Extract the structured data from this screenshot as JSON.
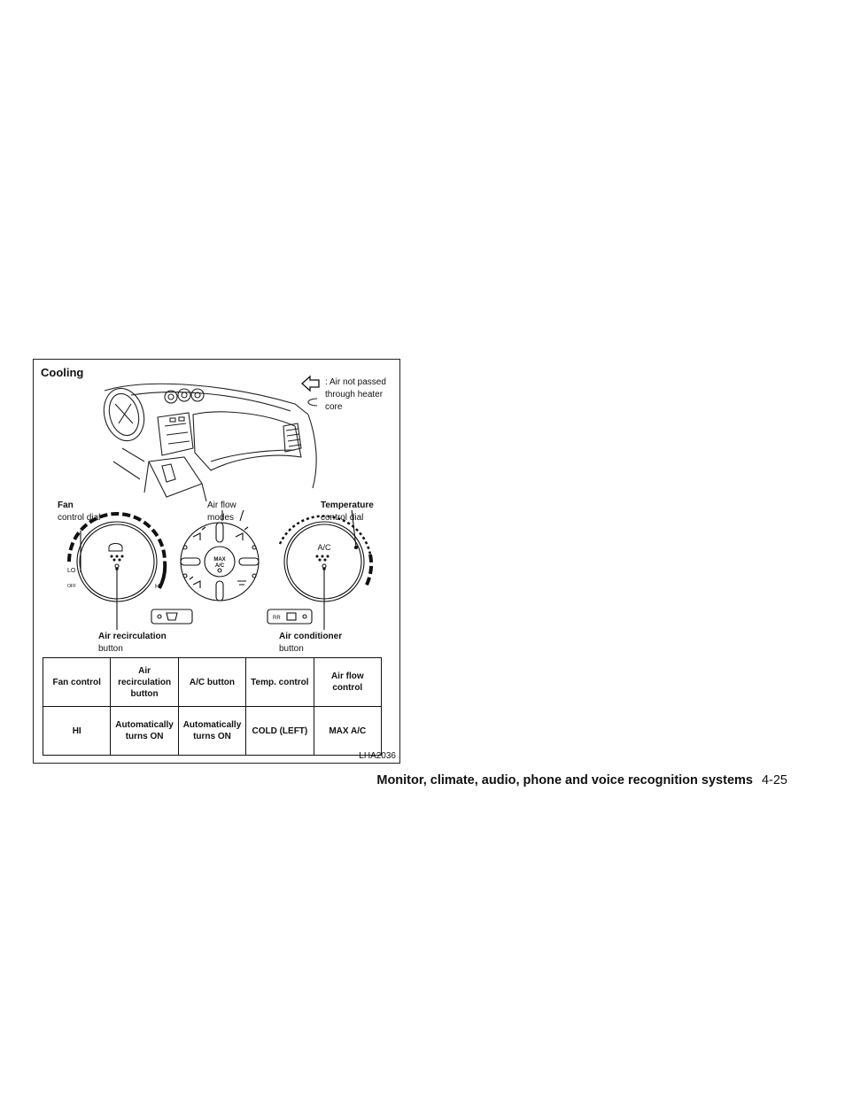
{
  "figure": {
    "title": "Cooling",
    "legend": ": Air not passed through heater core",
    "code": "LHA2036",
    "labels": {
      "fan_line1": "Fan",
      "fan_line2": "control dial",
      "airflow_line1": "Air flow",
      "airflow_line2": "modes",
      "temp_line1": "Temperature",
      "temp_line2": "control dial",
      "recirc_line1": "Air recirculation",
      "recirc_line2": "button",
      "ac_line1": "Air conditioner",
      "ac_line2": "button"
    },
    "panel_text": {
      "lo": "LO",
      "off": "OFF",
      "hi": "HI",
      "max": "MAX",
      "max_ac": "A/C",
      "ac": "A/C",
      "rr": "RR"
    }
  },
  "table": {
    "headers": [
      "Fan control",
      "Air recirculation button",
      "A/C button",
      "Temp. control",
      "Air flow control"
    ],
    "row": [
      "HI",
      "Automatically turns ON",
      "Automatically turns ON",
      "COLD (LEFT)",
      "MAX A/C"
    ]
  },
  "footer": {
    "section": "Monitor, climate, audio, phone and voice recognition systems",
    "page": "4-25"
  }
}
